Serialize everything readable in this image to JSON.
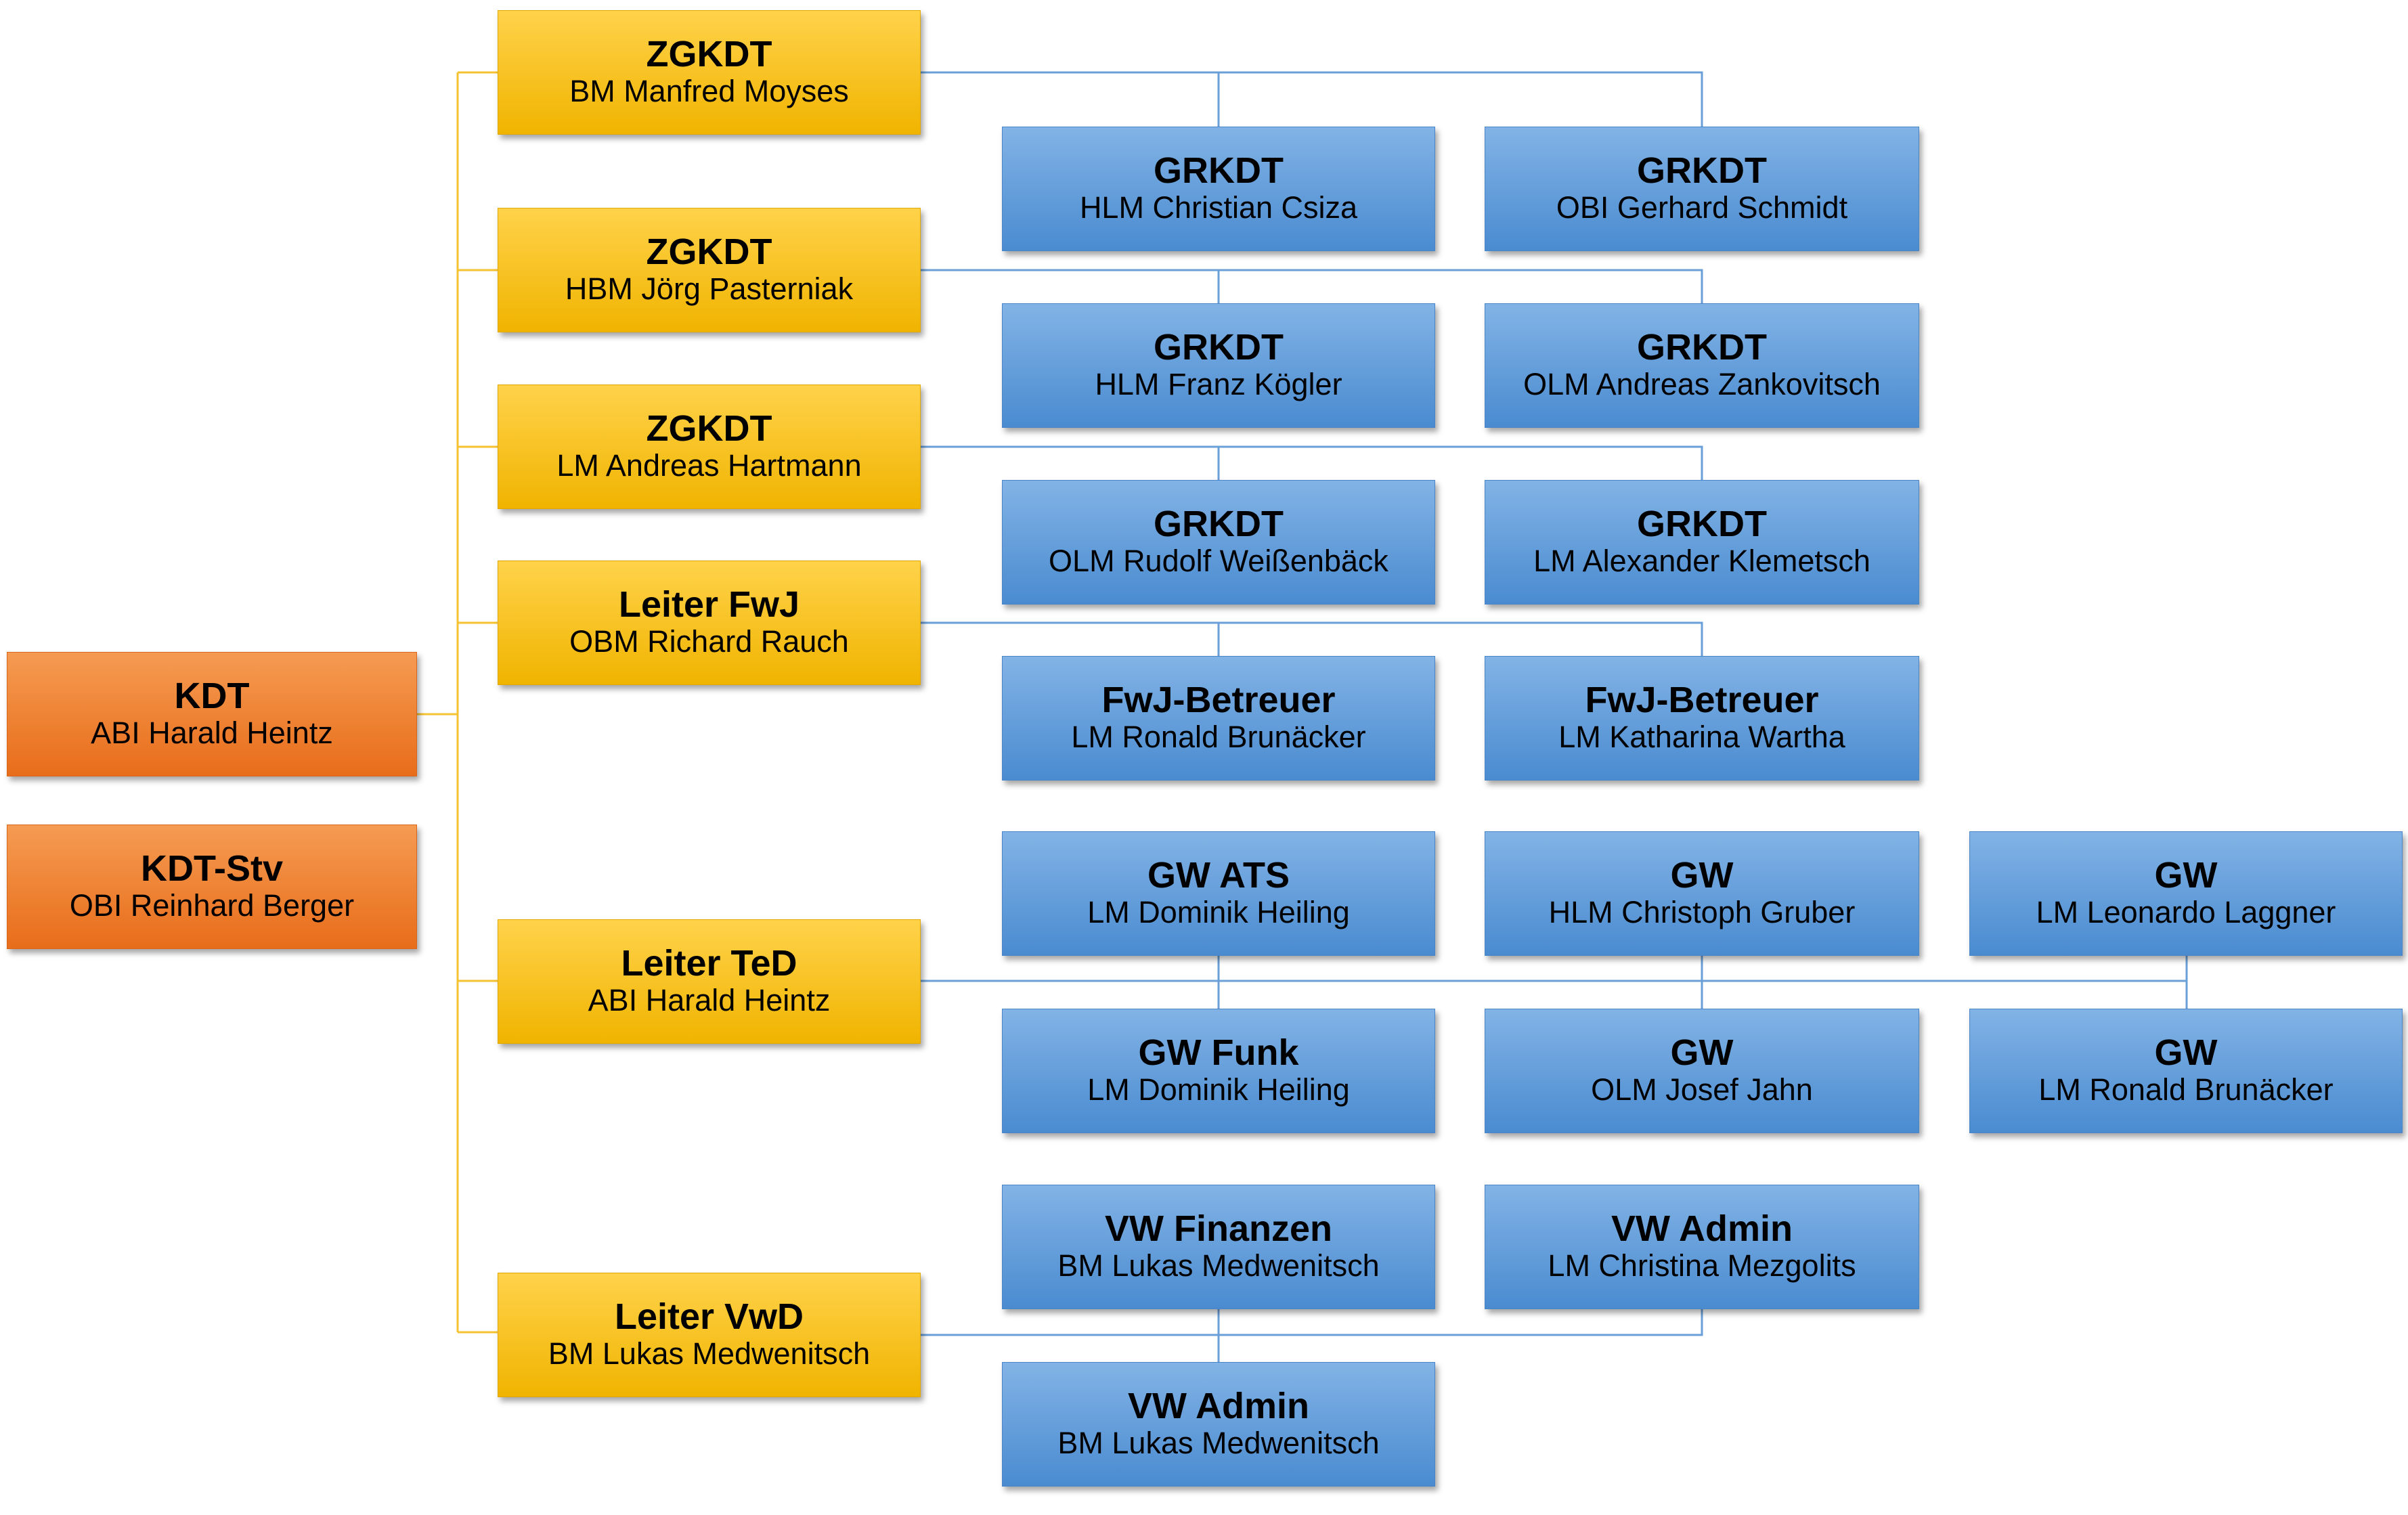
{
  "colors": {
    "command": "#ef7f2f",
    "leader": "#f9c31a",
    "unit": "#5c98d8",
    "line_leader": "#f5c232",
    "line_unit": "#6a9fd8"
  },
  "command": [
    {
      "title": "KDT",
      "person": "ABI Harald Heintz"
    },
    {
      "title": "KDT-Stv",
      "person": "OBI Reinhard Berger"
    }
  ],
  "leaders": [
    {
      "title": "ZGKDT",
      "person": "BM Manfred Moyses"
    },
    {
      "title": "ZGKDT",
      "person": "HBM Jörg Pasterniak"
    },
    {
      "title": "ZGKDT",
      "person": "LM Andreas Hartmann"
    },
    {
      "title": "Leiter FwJ",
      "person": "OBM Richard Rauch"
    },
    {
      "title": "Leiter TeD",
      "person": "ABI Harald Heintz"
    },
    {
      "title": "Leiter VwD",
      "person": "BM Lukas Medwenitsch"
    }
  ],
  "units": [
    {
      "title": "GRKDT",
      "person": "HLM Christian Csiza"
    },
    {
      "title": "GRKDT",
      "person": "OBI Gerhard Schmidt"
    },
    {
      "title": "GRKDT",
      "person": "HLM Franz Kögler"
    },
    {
      "title": "GRKDT",
      "person": "OLM Andreas Zankovitsch"
    },
    {
      "title": "GRKDT",
      "person": "OLM Rudolf Weißenbäck"
    },
    {
      "title": "GRKDT",
      "person": "LM Alexander Klemetsch"
    },
    {
      "title": "FwJ-Betreuer",
      "person": "LM Ronald Brunäcker"
    },
    {
      "title": "FwJ-Betreuer",
      "person": "LM Katharina Wartha"
    },
    {
      "title": "GW ATS",
      "person": "LM Dominik Heiling"
    },
    {
      "title": "GW",
      "person": "HLM Christoph Gruber"
    },
    {
      "title": "GW",
      "person": "LM Leonardo Laggner"
    },
    {
      "title": "GW Funk",
      "person": "LM Dominik Heiling"
    },
    {
      "title": "GW",
      "person": "OLM Josef Jahn"
    },
    {
      "title": "GW",
      "person": "LM Ronald Brunäcker"
    },
    {
      "title": "VW Finanzen",
      "person": "BM Lukas Medwenitsch"
    },
    {
      "title": "VW Admin",
      "person": "LM Christina Mezgolits"
    },
    {
      "title": "VW Admin",
      "person": "BM Lukas Medwenitsch"
    }
  ]
}
